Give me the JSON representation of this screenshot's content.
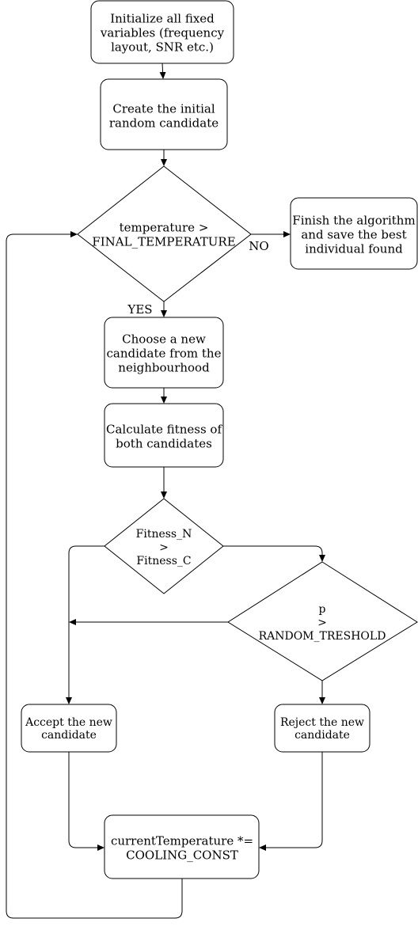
{
  "nodes": {
    "init": [
      "Initialize all fixed",
      "variables (frequency",
      "layout, SNR etc.)"
    ],
    "create": [
      "Create the initial",
      "random candidate"
    ],
    "temp_check": [
      "temperature >",
      "FINAL_TEMPERATURE"
    ],
    "finish": [
      "Finish the algorithm",
      "and save the best",
      "individual found"
    ],
    "choose": [
      "Choose a new",
      "candidate from the",
      "neighbourhood"
    ],
    "calc": [
      "Calculate fitness of",
      "both candidates"
    ],
    "fitness_check": [
      "Fitness_N",
      ">",
      "Fitness_C"
    ],
    "p_check": [
      "p",
      ">",
      "RANDOM_TRESHOLD"
    ],
    "accept": [
      "Accept the new",
      "candidate"
    ],
    "reject": [
      "Reject the new",
      "candidate"
    ],
    "cool": [
      "currentTemperature *=",
      "COOLING_CONST"
    ]
  },
  "edge_labels": {
    "no": "NO",
    "yes": "YES"
  }
}
